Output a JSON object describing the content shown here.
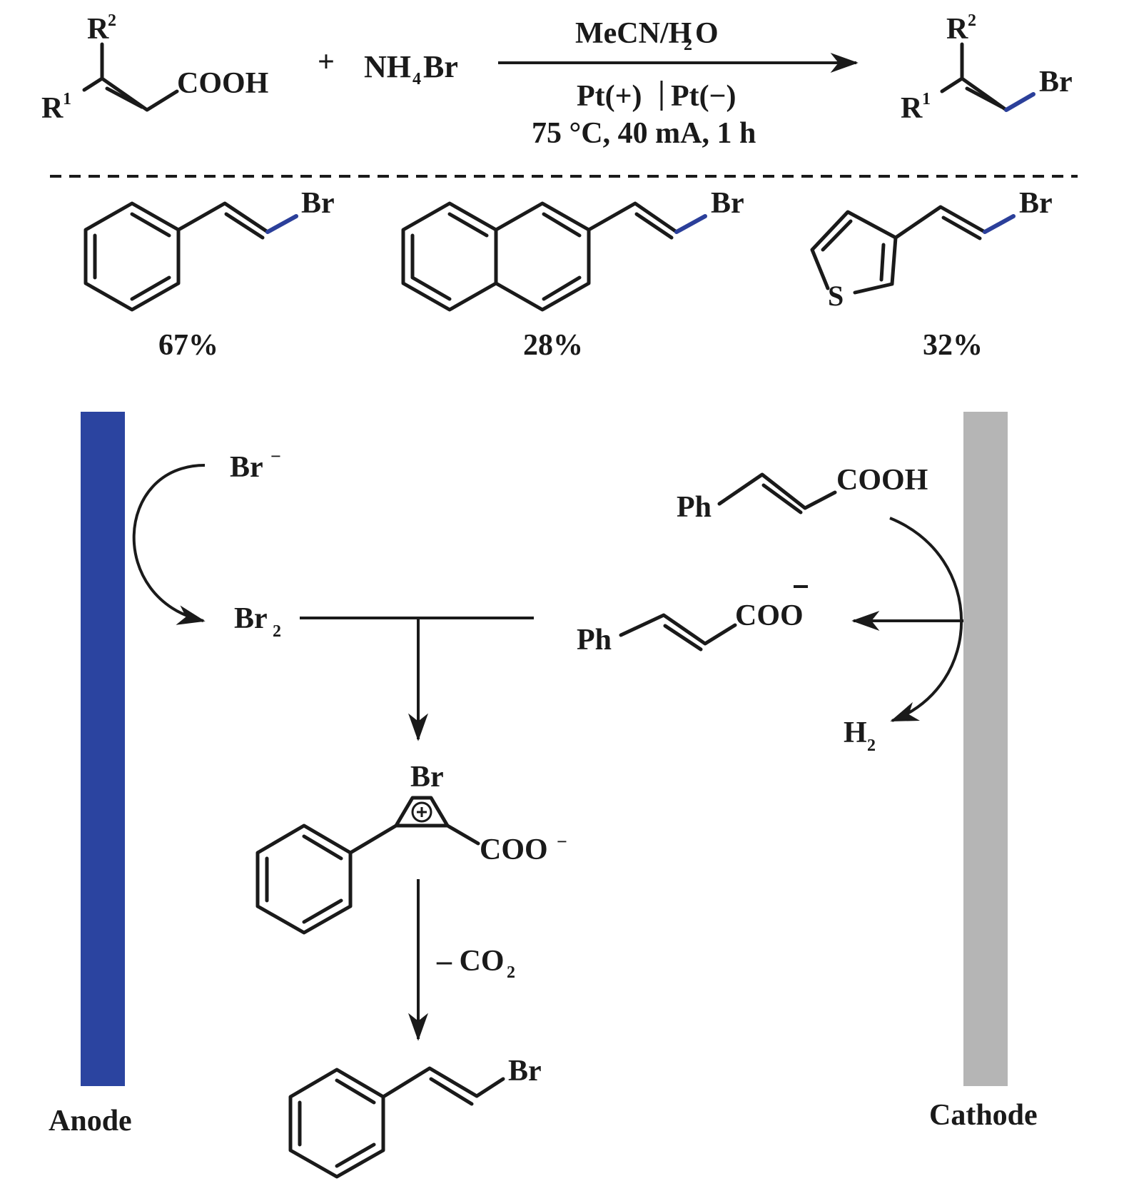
{
  "colors": {
    "anode": "#2b44a0",
    "cathode": "#b5b5b5",
    "highlight_bond": "#2b3f9a",
    "ink": "#1a1a1a"
  },
  "reaction": {
    "reactant": {
      "r2": "R",
      "r2_sup": "2",
      "r1": "R",
      "r1_sup": "1",
      "acid": "COOH"
    },
    "plus": "+",
    "reagent": {
      "nh": "NH",
      "sub": "4",
      "br": "Br"
    },
    "conditions": {
      "solvent_a": "MeCN/H",
      "solvent_sub": "2",
      "solvent_b": "O",
      "electrodes_left": "Pt(+)",
      "electrodes_right": "Pt(−)",
      "params": "75 °C, 40 mA, 1 h"
    },
    "product": {
      "r2": "R",
      "r2_sup": "2",
      "r1": "R",
      "r1_sup": "1",
      "br": "Br"
    }
  },
  "examples": [
    {
      "br": "Br",
      "yield": "67%"
    },
    {
      "br": "Br",
      "yield": "28%"
    },
    {
      "hetero": "S",
      "br": "Br",
      "yield": "32%"
    }
  ],
  "mechanism": {
    "anode_label": "Anode",
    "cathode_label": "Cathode",
    "bromide": "Br",
    "bromide_charge": "−",
    "bromine": "Br",
    "bromine_sub": "2",
    "acid_ph": "Ph",
    "acid_cooh": "COOH",
    "carboxylate_ph": "Ph",
    "carboxylate_coo": "COO",
    "hydrogen": "H",
    "hydrogen_sub": "2",
    "bromonium_br": "Br",
    "bromonium_coo": "COO",
    "bromonium_charge": "−",
    "decarboxylation_a": "– CO",
    "decarboxylation_sub": "2",
    "final_br": "Br"
  }
}
